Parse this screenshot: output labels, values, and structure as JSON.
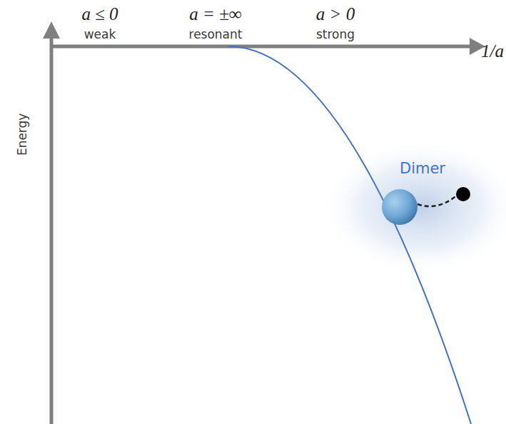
{
  "diagram": {
    "labels": [
      "a ≤ 0",
      "weak",
      "a = ±∞",
      "resonant",
      "a > 0",
      "strong",
      "1/a",
      "Energy",
      "Dimer"
    ]
  }
}
